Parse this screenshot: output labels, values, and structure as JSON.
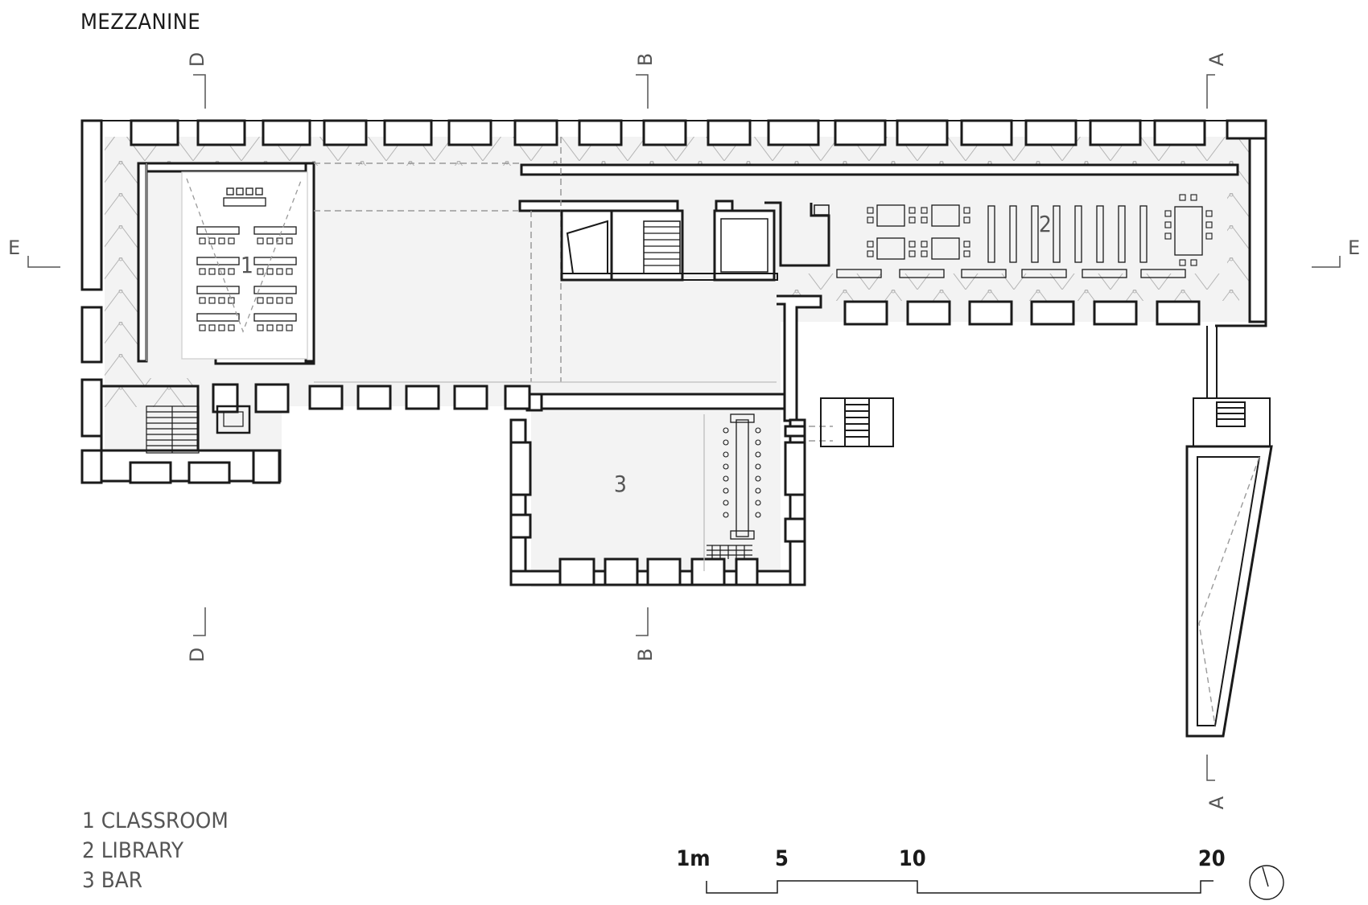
{
  "title": "MEZZANINE",
  "legend": [
    "1 CLASSROOM",
    "2 LIBRARY",
    "3 BAR"
  ],
  "rooms": [
    "1",
    "2",
    "3"
  ],
  "sections": {
    "a": "A",
    "b": "B",
    "d": "D",
    "e": "E"
  },
  "scale": [
    "1m",
    "5",
    "10",
    "20"
  ],
  "north_symbol": "north-arrow-icon",
  "colors": {
    "wall": "#ffffff",
    "line": "#1a1a1a",
    "floor": "#f2f2f2",
    "light": "#cfcfcf",
    "text_gray": "#555555"
  }
}
